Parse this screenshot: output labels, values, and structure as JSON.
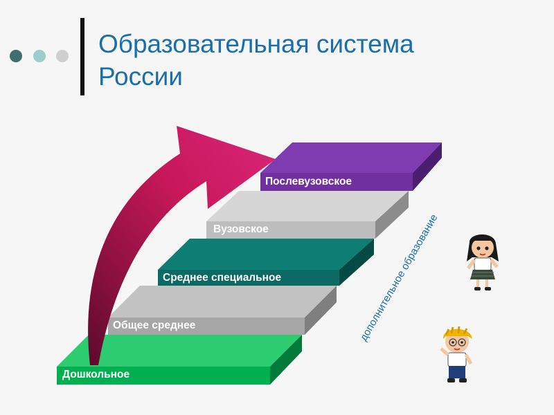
{
  "title": {
    "line1": "Образовательная система",
    "line2": "России"
  },
  "steps": [
    {
      "label": "Дошкольное",
      "color": "#00b050"
    },
    {
      "label": "Общее среднее",
      "color": "#a6a6a6"
    },
    {
      "label": "Среднее специальное",
      "color": "#0b6a63"
    },
    {
      "label": "Вузовское",
      "color": "#bdbdbd"
    },
    {
      "label": "Послевузовское",
      "color": "#7030a0"
    }
  ],
  "side_label": "дополнительное образование",
  "arrow_color": "#c8185a",
  "decor": {
    "dots": [
      "#3f6e6e",
      "#9ccccc",
      "#cfcfcf"
    ],
    "icons": [
      "girl-cartoon-icon",
      "boy-cartoon-icon"
    ]
  }
}
